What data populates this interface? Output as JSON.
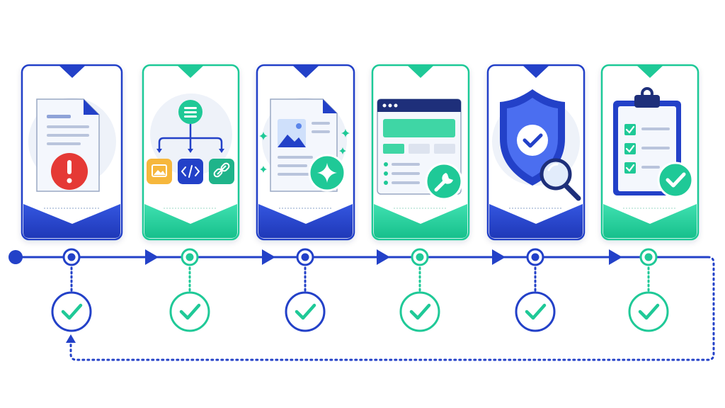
{
  "colors": {
    "blue": "#2341c8",
    "teal": "#1fc997",
    "red": "#e53935",
    "light_bg": "#eef2f9",
    "paper": "#f4f7fd",
    "line_gray": "#aab5c9"
  },
  "steps": [
    {
      "icon": "document-error-icon",
      "accent": "blue",
      "status_icon": "check-circle-icon"
    },
    {
      "icon": "content-tree-icon",
      "accent": "teal",
      "status_icon": "check-circle-icon"
    },
    {
      "icon": "document-sparkle-icon",
      "accent": "blue",
      "status_icon": "check-circle-icon"
    },
    {
      "icon": "webpage-wrench-icon",
      "accent": "teal",
      "status_icon": "check-circle-icon"
    },
    {
      "icon": "shield-search-icon",
      "accent": "blue",
      "status_icon": "check-circle-icon"
    },
    {
      "icon": "clipboard-checklist-icon",
      "accent": "teal",
      "status_icon": "check-circle-icon"
    }
  ],
  "flow": {
    "start_icon": "start-dot-icon",
    "loop_icon": "loop-back-arrow-icon"
  }
}
